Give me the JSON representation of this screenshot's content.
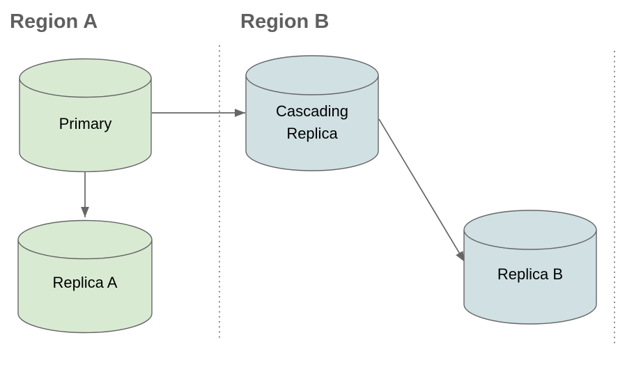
{
  "colors": {
    "green_fill": "#d9ead3",
    "blue_fill": "#d0e0e3",
    "outline": "#666666",
    "arrow": "#666666",
    "divider": "#8a8a8a",
    "title_text": "#5f5f5f",
    "label_text": "#000000",
    "background": "#ffffff"
  },
  "regions": [
    {
      "label": "Region A"
    },
    {
      "label": "Region B"
    }
  ],
  "nodes": [
    {
      "id": "primary",
      "label": "Primary",
      "region": "Region A",
      "shape": "database-cylinder",
      "fill": "#d9ead3"
    },
    {
      "id": "replica-a",
      "label": "Replica A",
      "region": "Region A",
      "shape": "database-cylinder",
      "fill": "#d9ead3"
    },
    {
      "id": "cascading-replica",
      "label_line1": "Cascading",
      "label_line2": "Replica",
      "region": "Region B",
      "shape": "database-cylinder",
      "fill": "#d0e0e3"
    },
    {
      "id": "replica-b",
      "label": "Replica B",
      "region": "Region B",
      "shape": "database-cylinder",
      "fill": "#d0e0e3"
    }
  ],
  "edges": [
    {
      "from": "primary",
      "to": "cascading-replica",
      "style": "solid-arrow"
    },
    {
      "from": "primary",
      "to": "replica-a",
      "style": "solid-arrow"
    },
    {
      "from": "cascading-replica",
      "to": "replica-b",
      "style": "solid-arrow"
    }
  ]
}
